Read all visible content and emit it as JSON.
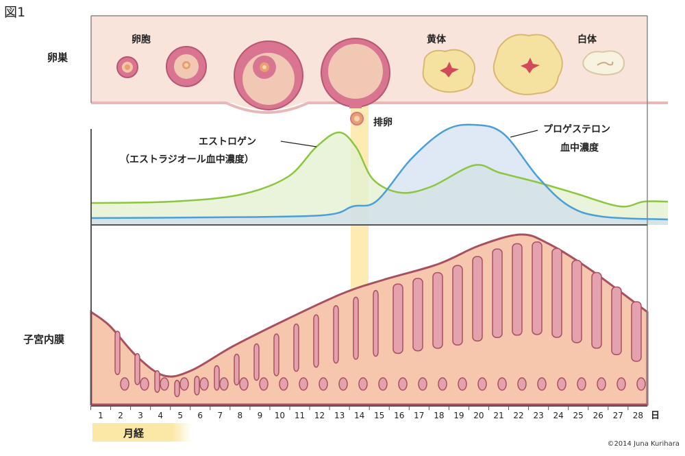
{
  "figure_label": "図1",
  "rows": {
    "ovary": "卵巣",
    "endometrium": "子宮内膜"
  },
  "ovary_labels": {
    "follicle": "卵胞",
    "ovulation": "排卵",
    "corpus_luteum": "黄体",
    "corpus_albicans": "白体"
  },
  "hormones": {
    "estrogen_line1": "エストロゲン",
    "estrogen_line2": "（エストラジオール血中濃度）",
    "progesterone_line1": "プロゲステロン",
    "progesterone_line2": "血中濃度"
  },
  "axis": {
    "days": [
      "1",
      "2",
      "3",
      "4",
      "5",
      "6",
      "7",
      "8",
      "9",
      "10",
      "11",
      "12",
      "13",
      "14",
      "15",
      "16",
      "17",
      "18",
      "19",
      "20",
      "21",
      "22",
      "23",
      "24",
      "25",
      "26",
      "27",
      "28"
    ],
    "unit": "日"
  },
  "menstruation_label": "月経",
  "copyright": "©2014 Juna Kurihara",
  "colors": {
    "estrogen": "#8cc63f",
    "progesterone": "#4a9fd8",
    "ovary_bg": "#f9e4dc",
    "endometrium": "#f7c7ad",
    "gland": "#e3a2ae",
    "tissue_edge": "#a8505f",
    "ovulation_band": "#fbe7a6"
  }
}
